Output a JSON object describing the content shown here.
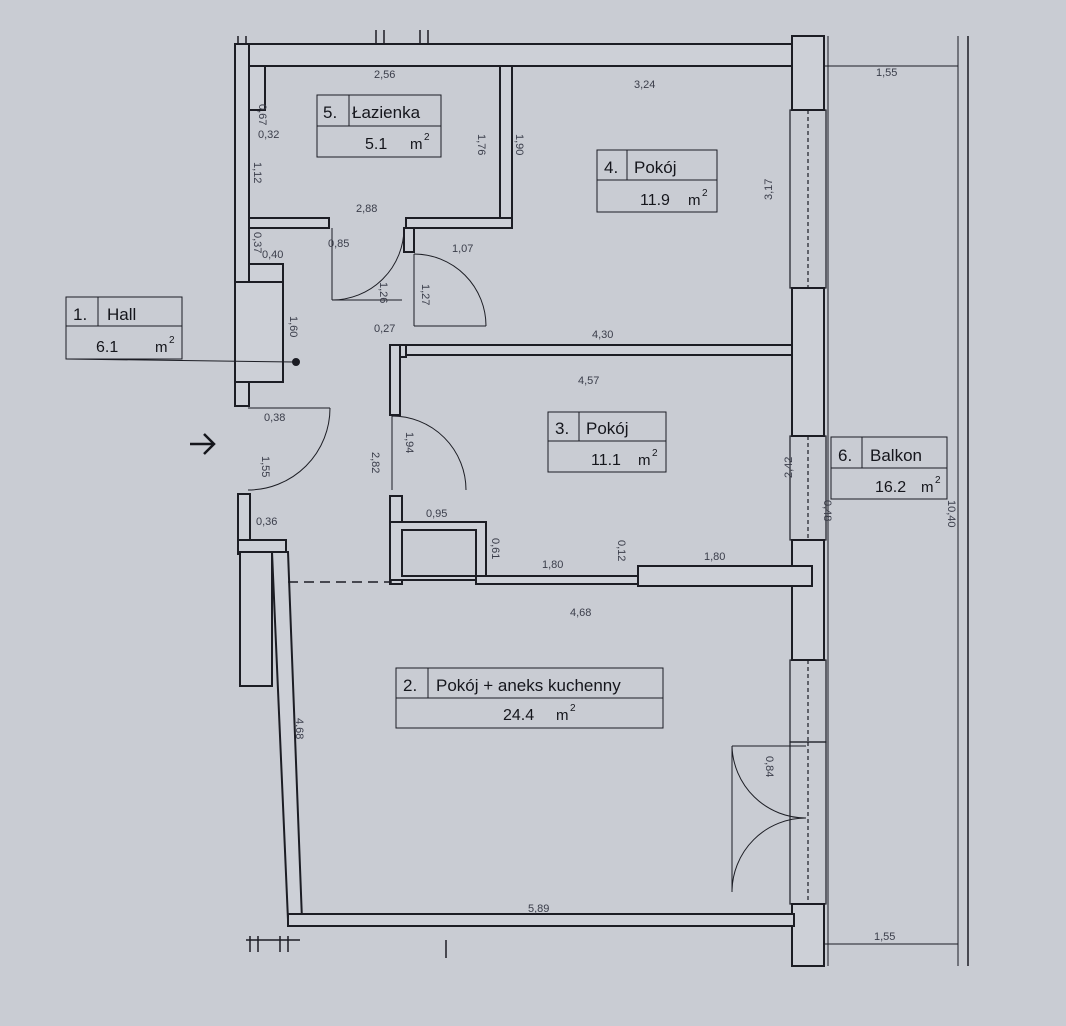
{
  "colors": {
    "paper": "#c9ccd3",
    "wall_fill": "#cdd0d7",
    "line": "#1c1d24",
    "dimension_text": "#3a3d4a"
  },
  "rooms": [
    {
      "number": "1.",
      "name": "Hall",
      "area": "6.1",
      "unit": "m",
      "unit_sup": "2"
    },
    {
      "number": "2.",
      "name": "Pokój + aneks kuchenny",
      "area": "24.4",
      "unit": "m",
      "unit_sup": "2"
    },
    {
      "number": "3.",
      "name": "Pokój",
      "area": "11.1",
      "unit": "m",
      "unit_sup": "2"
    },
    {
      "number": "4.",
      "name": "Pokój",
      "area": "11.9",
      "unit": "m",
      "unit_sup": "2"
    },
    {
      "number": "5.",
      "name": "Łazienka",
      "area": "5.1",
      "unit": "m",
      "unit_sup": "2"
    },
    {
      "number": "6.",
      "name": "Balkon",
      "area": "16.2",
      "unit": "m",
      "unit_sup": "2"
    }
  ],
  "dimensions": {
    "bath_width": "2,56",
    "room4_width": "3,24",
    "balcony_top": "1,55",
    "bath_top_wall": "0,67",
    "bath_left_small": "0,32",
    "bath_left_height": "1,12",
    "bath_inner_h": "1,76",
    "bath_right_h": "1,90",
    "bath_bottom": "2,88",
    "room4_height": "3,17",
    "hall_small_1": "0,37",
    "hall_small_2": "0,40",
    "door_bath": "0,85",
    "door_room4_w": "1,07",
    "door_room4_h": "1,27",
    "hall_door_h": "1,26",
    "hall_length": "1,60",
    "hall_small_3": "0,27",
    "room3_top": "4,30",
    "room3_inner": "4,57",
    "entrance": "0,38",
    "entrance_side": "1,55",
    "room3_door": "1,94",
    "room3_left": "2,82",
    "room3_height": "2,42",
    "balcony_window": "0,48",
    "balcony_length": "10,40",
    "closet_width": "0,95",
    "closet_depth": "0,61",
    "partition_small": "0,36",
    "partition_left": "1,80",
    "partition_gap": "0,12",
    "partition_right": "1,80",
    "room2_width": "4,68",
    "room2_left": "4,68",
    "room2_door": "0,84",
    "room2_bottom": "5,89",
    "balcony_bottom": "1,55"
  }
}
